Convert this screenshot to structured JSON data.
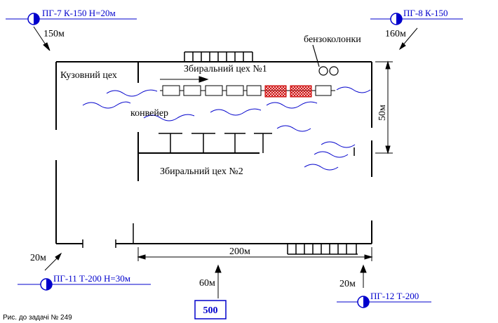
{
  "hydrants": {
    "pg7": "ПГ-7 К-150 Н=20м",
    "pg8": "ПГ-8 К-150",
    "pg11": "ПГ-11 Т-200 Н=30м",
    "pg12": "ПГ-12 Т-200"
  },
  "distances": {
    "pg7": "150м",
    "pg8": "160м",
    "pg11": "20м",
    "pg12": "20м",
    "bottom": "60м",
    "length": "200м",
    "width": "50м"
  },
  "labels": {
    "body_shop": "Кузовний цех",
    "assembly_1": "Збиральний цех №1",
    "assembly_2": "Збиральний цех №2",
    "conveyor": "конвейер",
    "fuel_pumps": "бензоколонки"
  },
  "fire_area": "500",
  "caption": "Рис. до задачі № 249",
  "colors": {
    "hydrant": "#0000cc",
    "fire_hatch": "#cc0000",
    "waves": "#0000cc",
    "walls": "#000000"
  }
}
